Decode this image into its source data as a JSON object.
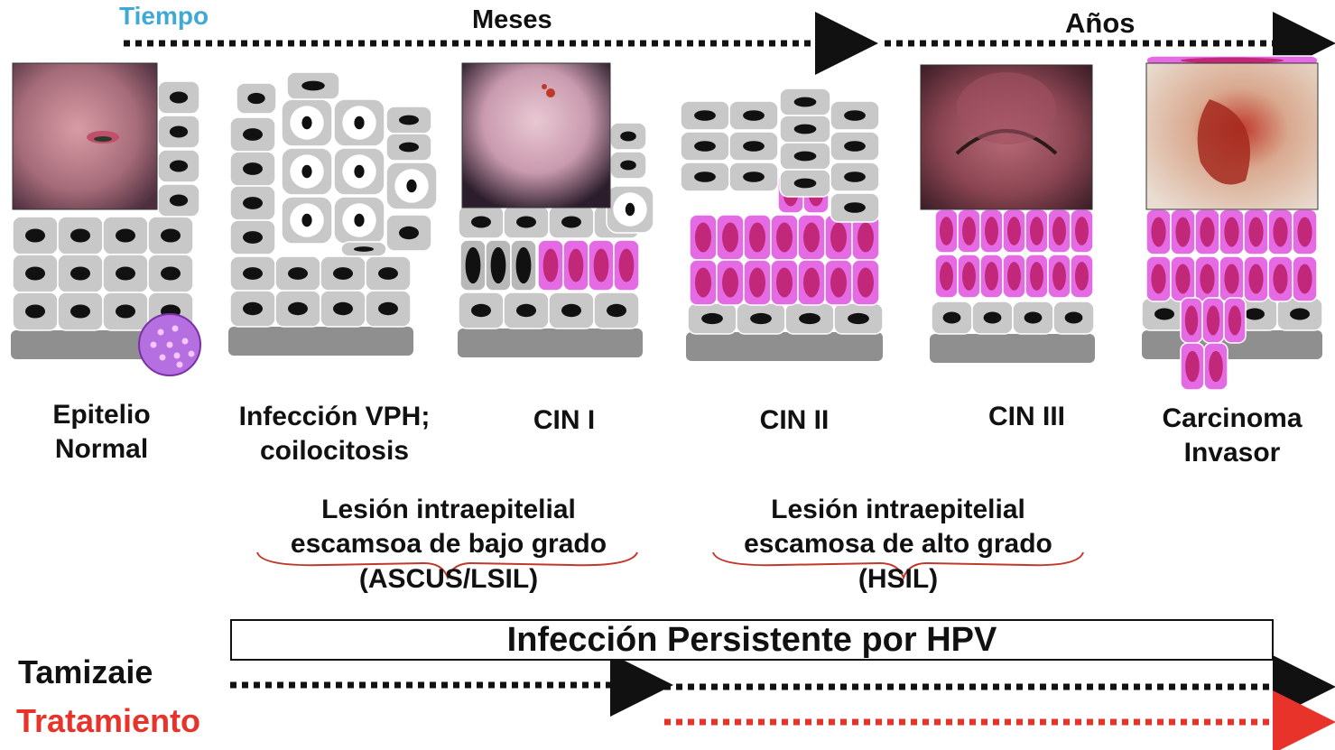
{
  "colors": {
    "tiempo": "#3fa9d6",
    "tratamiento": "#e8332a",
    "normal_cell": "#c8c8c8",
    "lesion_cell": "#e56be5",
    "basement": "#8f8f8f",
    "brace": "#c0392b"
  },
  "timeline": {
    "tiempo": "Tiempo",
    "meses": "Meses",
    "anos": "Años"
  },
  "stages": [
    {
      "line1": "Epitelio",
      "line2": "Normal"
    },
    {
      "line1": "Infección VPH;",
      "line2": "coilocitosis"
    },
    {
      "line1": "CIN I",
      "line2": ""
    },
    {
      "line1": "CIN II",
      "line2": ""
    },
    {
      "line1": "CIN III",
      "line2": ""
    },
    {
      "line1": "Carcinoma",
      "line2": "Invasor"
    }
  ],
  "lesions": {
    "low": {
      "line1": "Lesión intraepitelial",
      "line2": "escamsoa de bajo grado",
      "line3": "(ASCUS/LSIL)"
    },
    "high": {
      "line1": "Lesión intraepitelial",
      "line2": "escamosa de alto grado",
      "line3": "(HSIL)"
    }
  },
  "persistent": "Infección Persistente por HPV",
  "tamizaje": "Tamizaie",
  "tratamiento": "Tratamiento"
}
